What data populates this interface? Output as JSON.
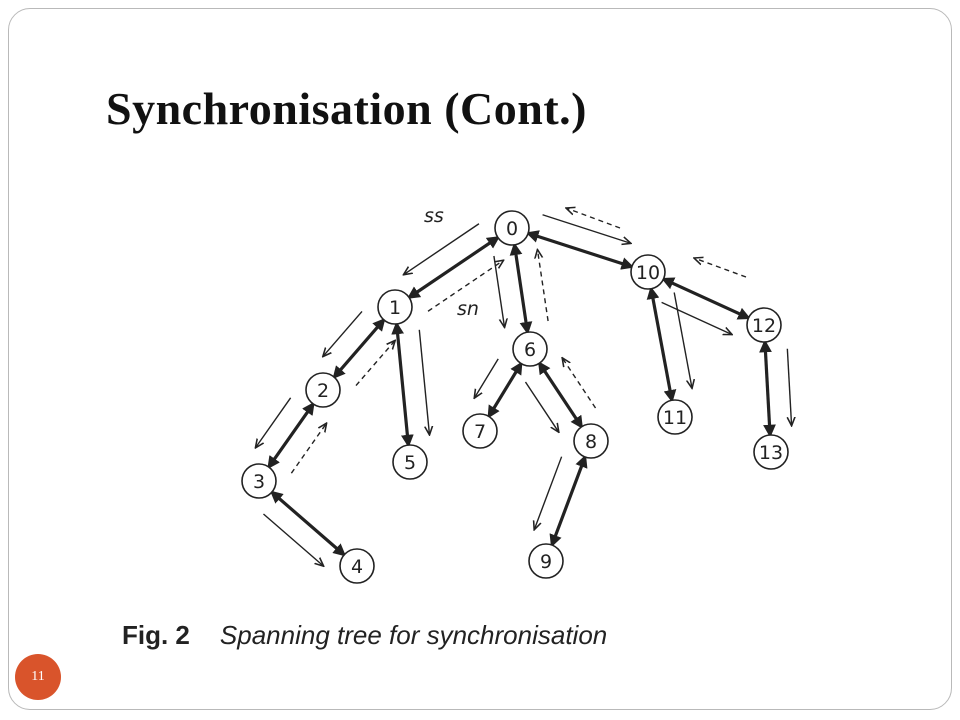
{
  "slide": {
    "title": "Synchronisation (Cont.)",
    "page_number": "11"
  },
  "caption": {
    "fig_label": "Fig. 2",
    "text": "Spanning tree for synchronisation"
  },
  "diagram": {
    "annotations": {
      "ss": "ss",
      "sn": "sn"
    },
    "nodes": [
      {
        "id": "0",
        "label": "0"
      },
      {
        "id": "1",
        "label": "1"
      },
      {
        "id": "2",
        "label": "2"
      },
      {
        "id": "3",
        "label": "3"
      },
      {
        "id": "4",
        "label": "4"
      },
      {
        "id": "5",
        "label": "5"
      },
      {
        "id": "6",
        "label": "6"
      },
      {
        "id": "7",
        "label": "7"
      },
      {
        "id": "8",
        "label": "8"
      },
      {
        "id": "9",
        "label": "9"
      },
      {
        "id": "10",
        "label": "10"
      },
      {
        "id": "11",
        "label": "11"
      },
      {
        "id": "12",
        "label": "12"
      },
      {
        "id": "13",
        "label": "13"
      }
    ],
    "edges": [
      {
        "from": "0",
        "to": "1"
      },
      {
        "from": "0",
        "to": "6"
      },
      {
        "from": "0",
        "to": "10"
      },
      {
        "from": "1",
        "to": "2"
      },
      {
        "from": "1",
        "to": "5"
      },
      {
        "from": "2",
        "to": "3"
      },
      {
        "from": "3",
        "to": "4"
      },
      {
        "from": "6",
        "to": "7"
      },
      {
        "from": "6",
        "to": "8"
      },
      {
        "from": "8",
        "to": "9"
      },
      {
        "from": "10",
        "to": "11"
      },
      {
        "from": "10",
        "to": "12"
      },
      {
        "from": "12",
        "to": "13"
      }
    ]
  }
}
